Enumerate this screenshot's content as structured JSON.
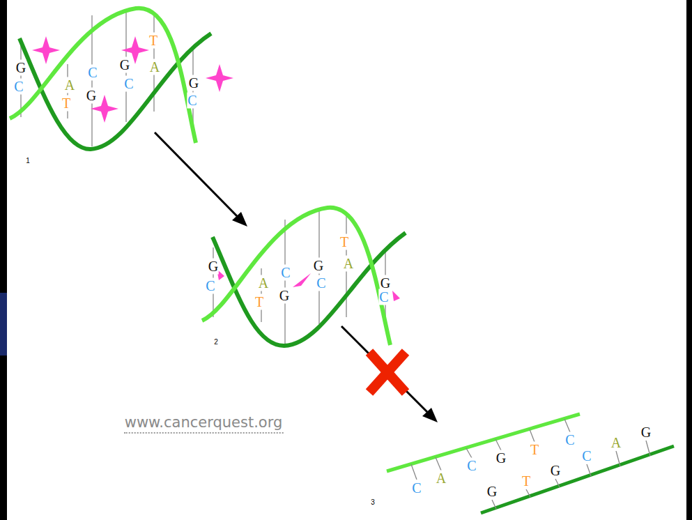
{
  "diagram": {
    "labels": [
      "G",
      "C",
      "A",
      "T",
      "C",
      "G",
      "G",
      "C",
      "T",
      "A",
      "G",
      "C",
      "1",
      "G",
      "C",
      "A",
      "T",
      "C",
      "G",
      "G",
      "C",
      "T",
      "A",
      "G",
      "C",
      "2",
      "www.cancerquest.org",
      "C",
      "A",
      "C",
      "G",
      "T",
      "C",
      "A",
      "G",
      "G",
      "T",
      "G",
      "C",
      "3"
    ]
  }
}
